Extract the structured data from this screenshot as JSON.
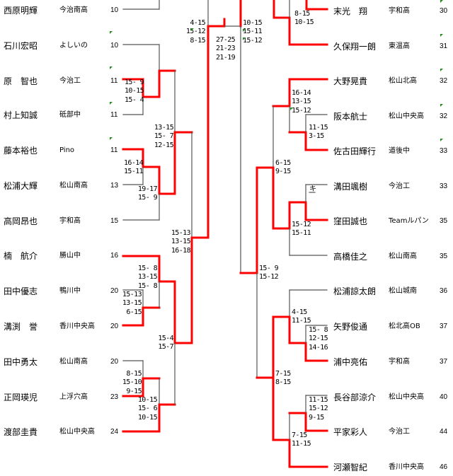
{
  "left_players": [
    {
      "name": "西原明輝",
      "school": "今治南高",
      "seed": "10"
    },
    {
      "name": "石川宏昭",
      "school": "よしいの",
      "seed": "10"
    },
    {
      "name": "原　智也",
      "school": "今治工",
      "seed": "11"
    },
    {
      "name": "村上知誠",
      "school": "砥部中",
      "seed": "11"
    },
    {
      "name": "藤本裕也",
      "school": "Pino",
      "seed": "11"
    },
    {
      "name": "松浦大輝",
      "school": "松山南高",
      "seed": "13"
    },
    {
      "name": "高岡昂也",
      "school": "宇和高",
      "seed": "15"
    },
    {
      "name": "楠　航介",
      "school": "勝山中",
      "seed": "16"
    },
    {
      "name": "田中優志",
      "school": "鴨川中",
      "seed": "20"
    },
    {
      "name": "溝渕　誉",
      "school": "香川中央高",
      "seed": "20"
    },
    {
      "name": "田中勇太",
      "school": "松山南高",
      "seed": "20"
    },
    {
      "name": "正岡瑛児",
      "school": "上浮穴高",
      "seed": "23"
    },
    {
      "name": "渡部圭貴",
      "school": "松山中央高",
      "seed": "24"
    }
  ],
  "right_players": [
    {
      "name": "末光　翔",
      "school": "宇和高",
      "seed": "30"
    },
    {
      "name": "久保翔一朗",
      "school": "東温高",
      "seed": "31"
    },
    {
      "name": "大野晃貴",
      "school": "松山北高",
      "seed": "32"
    },
    {
      "name": "阪本航士",
      "school": "松山中央高",
      "seed": "32"
    },
    {
      "name": "佐古田輝行",
      "school": "道後中",
      "seed": "33"
    },
    {
      "name": "溝田颯樹",
      "school": "今治工",
      "seed": "33"
    },
    {
      "name": "窪田誠也",
      "school": "Teamルパン",
      "seed": "35"
    },
    {
      "name": "高橋佳之",
      "school": "松山南高",
      "seed": "35"
    },
    {
      "name": "松浦諒太朗",
      "school": "松山城南",
      "seed": "36"
    },
    {
      "name": "矢野俊通",
      "school": "松北高OB",
      "seed": "37"
    },
    {
      "name": "浦中亮佑",
      "school": "宇和高",
      "seed": "37"
    },
    {
      "name": "長谷部涼介",
      "school": "松山中央高",
      "seed": "40"
    },
    {
      "name": "平家彩人",
      "school": "今治工",
      "seed": "44"
    },
    {
      "name": "河瀬智紀",
      "school": "香川中央高",
      "seed": "46"
    }
  ],
  "scores": [
    "4-15\n15-12\n8-15",
    "27-25\n21-23\n21-19",
    "10-15\n15-11\n15-12",
    "8-15\n10-15",
    "15- 9\n10-15\n15- 4",
    "13-15\n15- 7\n12-15",
    "16-14\n15-11",
    "19-17\n15- 9",
    "15-13\n13-15\n16-18",
    "15- 8\n13-15\n15- 8",
    "15-13\n13-15\n6-15",
    "15-4\n15-7",
    "8-15\n15-10\n9-15",
    "10-15\n15- 6\n10-15",
    "16-14\n13-15\n15-12",
    "11-15\n3-15",
    "6-15\n9-15",
    "キ",
    "15-12\n15-11",
    "15- 9\n15-12",
    "4-15\n11-15",
    "15- 8\n12-15\n14-16",
    "7-15\n8-15",
    "11-15\n15-12\n9-15",
    "7-15\n11-15"
  ],
  "colors": {
    "winner_line": "#ff0000",
    "loser_line": "#000000",
    "mark": "#228b22"
  }
}
